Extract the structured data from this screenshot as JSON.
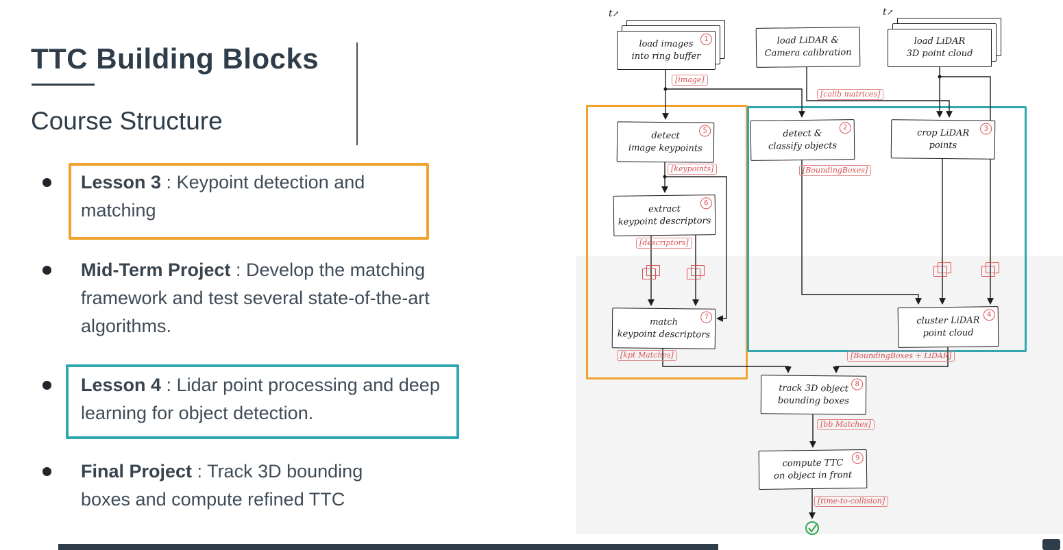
{
  "slide": {
    "title": "TTC Building Blocks",
    "subtitle": "Course Structure",
    "bullets": [
      {
        "label": "Lesson 3",
        "sep": " : ",
        "text": "Keypoint detection and matching",
        "highlight": "orange"
      },
      {
        "label": "Mid-Term Project",
        "sep": " : ",
        "text": "Develop the matching framework and test several state-of-the-art algorithms.",
        "highlight": "none"
      },
      {
        "label": "Lesson 4",
        "sep": " : ",
        "text": "Lidar point processing and deep learning for object detection.",
        "highlight": "teal"
      },
      {
        "label": "Final Project",
        "sep": " : ",
        "text": "Track 3D bounding boxes and compute refined TTC",
        "highlight": "none"
      }
    ]
  },
  "diagram": {
    "nodes": {
      "load_images": {
        "line1": "load images",
        "line2": "into ring buffer",
        "num": "1"
      },
      "load_calib": {
        "line1": "load LiDAR &",
        "line2": "Camera calibration"
      },
      "load_cloud": {
        "line1": "load LiDAR",
        "line2": "3D point cloud"
      },
      "detect_keypoints": {
        "line1": "detect",
        "line2": "image keypoints",
        "num": "5"
      },
      "classify_objects": {
        "line1": "detect &",
        "line2": "classify objects",
        "num": "2"
      },
      "crop_lidar": {
        "line1": "crop LiDAR",
        "line2": "points",
        "num": "3"
      },
      "extract_descriptors": {
        "line1": "extract",
        "line2": "keypoint descriptors",
        "num": "6"
      },
      "match_descriptors": {
        "line1": "match",
        "line2": "keypoint descriptors",
        "num": "7"
      },
      "cluster_lidar": {
        "line1": "cluster LiDAR",
        "line2": "point cloud",
        "num": "4"
      },
      "track_boxes": {
        "line1": "track 3D object",
        "line2": "bounding boxes",
        "num": "8"
      },
      "compute_ttc": {
        "line1": "compute TTC",
        "line2": "on object in front",
        "num": "9"
      }
    },
    "labels": {
      "image": "[image]",
      "calib": "[calib matrices]",
      "keypoints": "[keypoints]",
      "bounding_boxes": "[BoundingBoxes]",
      "descriptors": "[descriptors]",
      "kpt_matches": "[kpt Matches]",
      "bb_lidar": "[BoundingBoxes + LiDAR]",
      "bb_matches": "[bb Matches]",
      "ttc": "[time-to-collision]"
    },
    "annotations": {
      "time_marker": "t",
      "time_arrow": "↗"
    }
  },
  "colors": {
    "ink": "#2E3D49",
    "body_text": "#3F4B57",
    "accent_orange": "#F0A22E",
    "accent_teal": "#2FA7B3",
    "sketch_red": "#D94F4F",
    "sketch_green": "#2EA84F"
  }
}
